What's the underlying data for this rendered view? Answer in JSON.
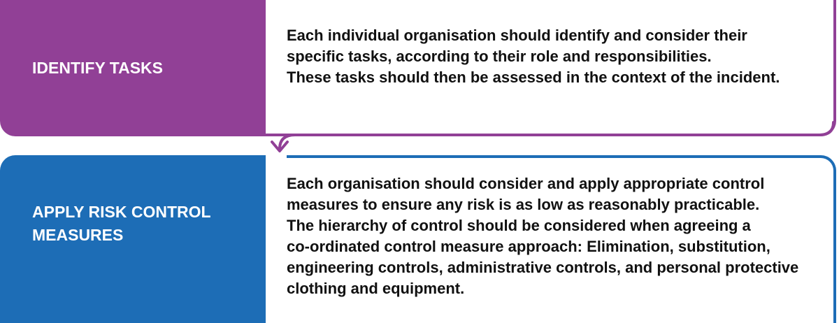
{
  "steps": [
    {
      "title": "IDENTIFY TASKS",
      "description_lines": [
        "Each individual organisation should identify and consider their",
        "specific tasks, according to their role and responsibilities.",
        "These tasks should then be assessed in the context of the incident."
      ],
      "color": "#914096"
    },
    {
      "title_lines": [
        "APPLY RISK CONTROL",
        "MEASURES"
      ],
      "description_lines": [
        "Each organisation should consider and apply appropriate control",
        "measures to ensure any risk is as low as reasonably practicable.",
        "The hierarchy of control should be considered when agreeing a",
        "co-ordinated control measure approach: Elimination, substitution,",
        "engineering controls, administrative controls, and personal protective",
        "clothing and equipment."
      ],
      "color": "#1d6db6"
    }
  ]
}
